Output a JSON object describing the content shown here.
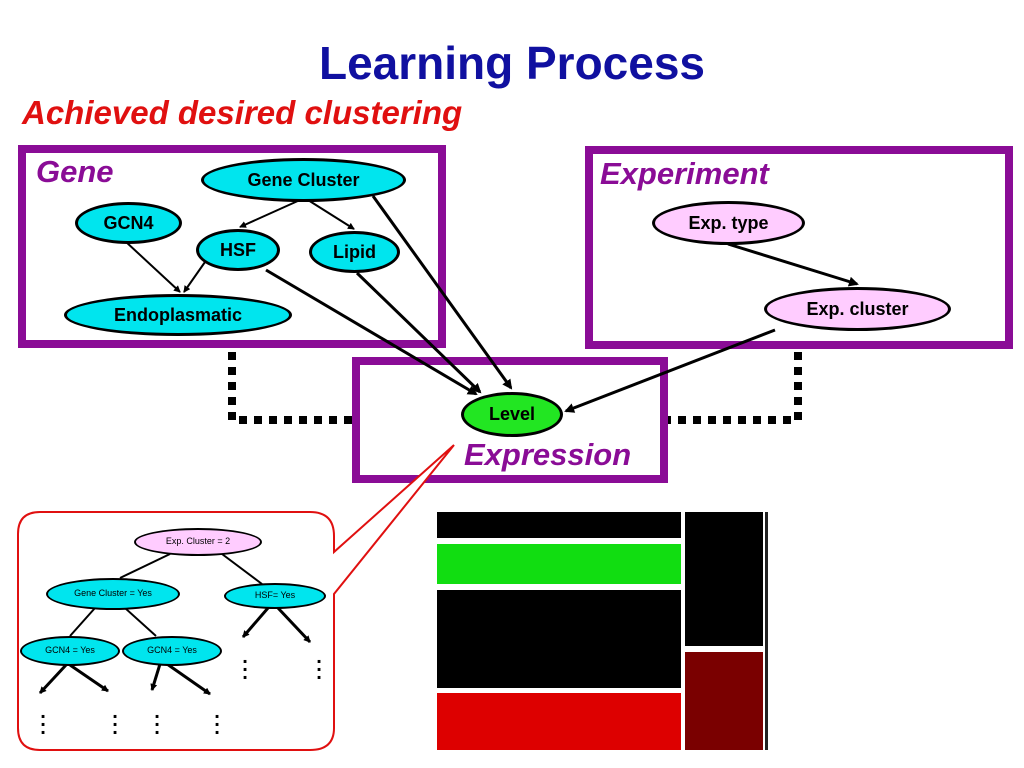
{
  "title": "Learning Process",
  "subtitle": "Achieved desired clustering",
  "boxes": {
    "gene": "Gene",
    "experiment": "Experiment",
    "expression": "Expression"
  },
  "nodes": {
    "gene_cluster": "Gene Cluster",
    "gcn4": "GCN4",
    "hsf": "HSF",
    "lipid": "Lipid",
    "endoplasmatic": "Endoplasmatic",
    "exp_type": "Exp. type",
    "exp_cluster": "Exp. cluster",
    "level": "Level"
  },
  "tree": {
    "root": "Exp. Cluster = 2",
    "left": "Gene Cluster = Yes",
    "right": "HSF= Yes",
    "ll": "GCN4 = Yes",
    "lr": "GCN4 = Yes"
  },
  "colors": {
    "title": "#1010a0",
    "subtitle": "#e01010",
    "box_border": "#8a0c96",
    "node_cyan": "#00e5ee",
    "node_pink": "#ffccff",
    "node_green": "#22e622",
    "callout": "#e01010",
    "heat_green": "#11dd11",
    "heat_red": "#dd0000",
    "heat_darkred": "#7a0000",
    "heat_black": "#000000"
  }
}
